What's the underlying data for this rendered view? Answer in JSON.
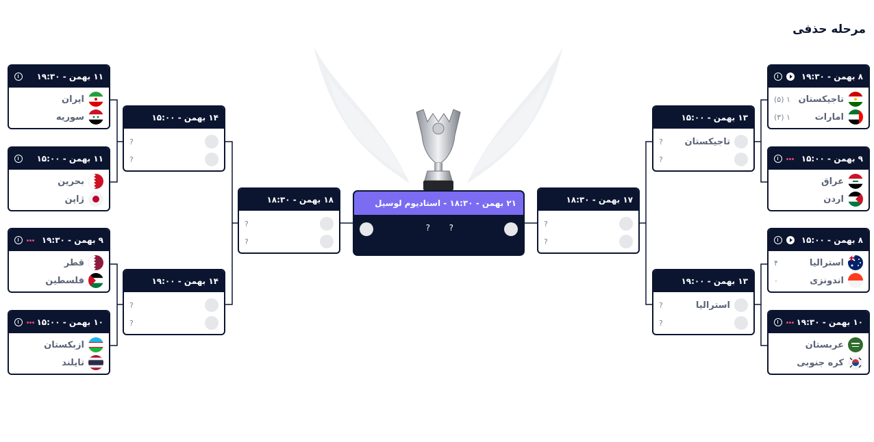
{
  "page": {
    "title": "مرحله حذفی"
  },
  "final": {
    "header": "۲۱ بهمن - ۱۸:۳۰ - استادیوم لوسیل",
    "home_score": "?",
    "away_score": "?"
  },
  "left": {
    "r16": [
      {
        "date": "۱۱ بهمن - ۱۹:۳۰",
        "teams": [
          {
            "name": "ایران"
          },
          {
            "name": "سوریه"
          }
        ]
      },
      {
        "date": "۱۱ بهمن - ۱۵:۰۰",
        "teams": [
          {
            "name": "بحرین"
          },
          {
            "name": "ژاپن"
          }
        ]
      },
      {
        "date": "۹ بهمن - ۱۹:۳۰",
        "teams": [
          {
            "name": "قطر"
          },
          {
            "name": "فلسطین"
          }
        ]
      },
      {
        "date": "۱۰ بهمن - ۱۵:۰۰",
        "teams": [
          {
            "name": "ازبکستان"
          },
          {
            "name": "تایلند"
          }
        ]
      }
    ],
    "qf": [
      {
        "date": "۱۴ بهمن - ۱۵:۰۰",
        "scores": [
          "?",
          "?"
        ]
      },
      {
        "date": "۱۴ بهمن - ۱۹:۰۰",
        "scores": [
          "?",
          "?"
        ]
      }
    ],
    "sf": {
      "date": "۱۸ بهمن - ۱۸:۳۰",
      "scores": [
        "?",
        "?"
      ]
    }
  },
  "right": {
    "r16": [
      {
        "date": "۸ بهمن - ۱۹:۳۰",
        "teams": [
          {
            "name": "تاجیکستان",
            "score": "۱ (۵)"
          },
          {
            "name": "امارات",
            "score": "۱ (۳)"
          }
        ]
      },
      {
        "date": "۹ بهمن - ۱۵:۰۰",
        "teams": [
          {
            "name": "عراق"
          },
          {
            "name": "اردن"
          }
        ]
      },
      {
        "date": "۸ بهمن - ۱۵:۰۰",
        "teams": [
          {
            "name": "استرالیا",
            "score": "۴"
          },
          {
            "name": "اندونزی",
            "score": "۰"
          }
        ]
      },
      {
        "date": "۱۰ بهمن - ۱۹:۳۰",
        "teams": [
          {
            "name": "عربستان"
          },
          {
            "name": "کره جنوبی"
          }
        ]
      }
    ],
    "qf": [
      {
        "date": "۱۳ بهمن - ۱۵:۰۰",
        "teams": [
          {
            "name": "تاجیکستان",
            "score": "?"
          },
          {
            "name": "",
            "score": "?"
          }
        ]
      },
      {
        "date": "۱۳ بهمن - ۱۹:۰۰",
        "teams": [
          {
            "name": "استرالیا",
            "score": "?"
          },
          {
            "name": "",
            "score": "?"
          }
        ]
      }
    ],
    "sf": {
      "date": "۱۷ بهمن - ۱۸:۳۰",
      "scores": [
        "?",
        "?"
      ]
    }
  },
  "colors": {
    "navy": "#0b1530",
    "final_header": "#7b6cf2",
    "live_dots": "#e8477a"
  }
}
